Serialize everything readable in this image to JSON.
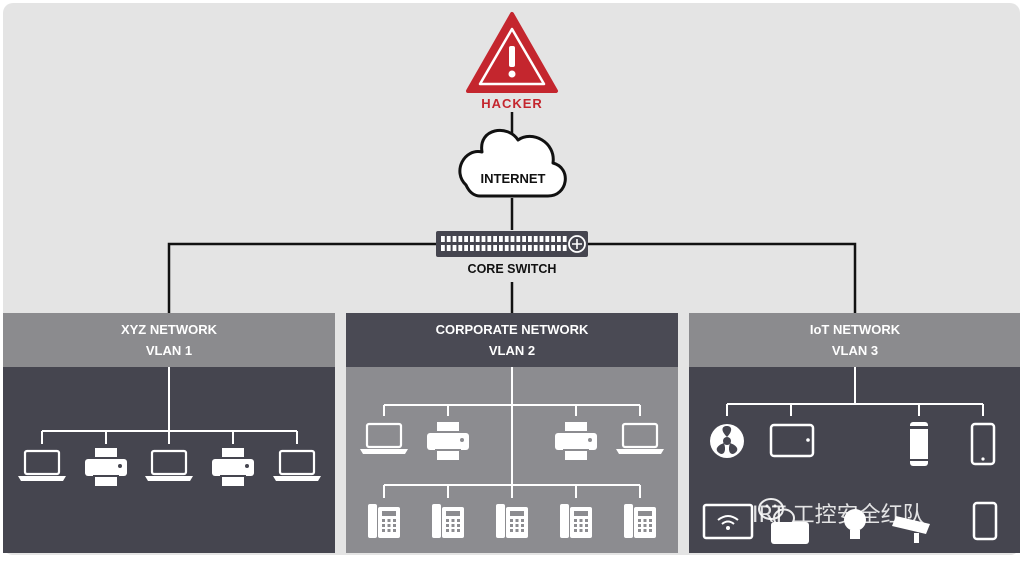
{
  "hacker": {
    "label": "HACKER",
    "icon": "warning-triangle-icon",
    "color": "#c4262e"
  },
  "internet": {
    "label": "INTERNET",
    "icon": "cloud-icon"
  },
  "core_switch": {
    "label": "CORE SWITCH",
    "icon": "network-switch-icon"
  },
  "networks": [
    {
      "title": "XYZ NETWORK",
      "vlan": "VLAN 1",
      "devices": [
        "laptop-icon",
        "printer-icon",
        "laptop-icon",
        "printer-icon",
        "laptop-icon"
      ]
    },
    {
      "title": "CORPORATE NETWORK",
      "vlan": "VLAN 2",
      "devices": [
        "laptop-icon",
        "printer-icon",
        "printer-icon",
        "laptop-icon",
        "desk-phone-icon",
        "desk-phone-icon",
        "desk-phone-icon",
        "desk-phone-icon",
        "desk-phone-icon"
      ]
    },
    {
      "title": "IoT NETWORK",
      "vlan": "VLAN 3",
      "devices": [
        "smart-fan-icon",
        "tablet-icon",
        "smart-speaker-icon",
        "smartphone-icon",
        "smart-tv-icon",
        "smart-hub-icon",
        "light-bulb-icon",
        "security-camera-icon",
        "smart-device-icon"
      ]
    }
  ],
  "watermark": "IRT 工控安全红队",
  "colors": {
    "background": "#e4e4e4",
    "header_light": "#8b8b8e",
    "header_dark": "#4a4a54",
    "panel_dark": "#45454f",
    "panel_mid": "#8c8c90",
    "line": "#111111"
  }
}
